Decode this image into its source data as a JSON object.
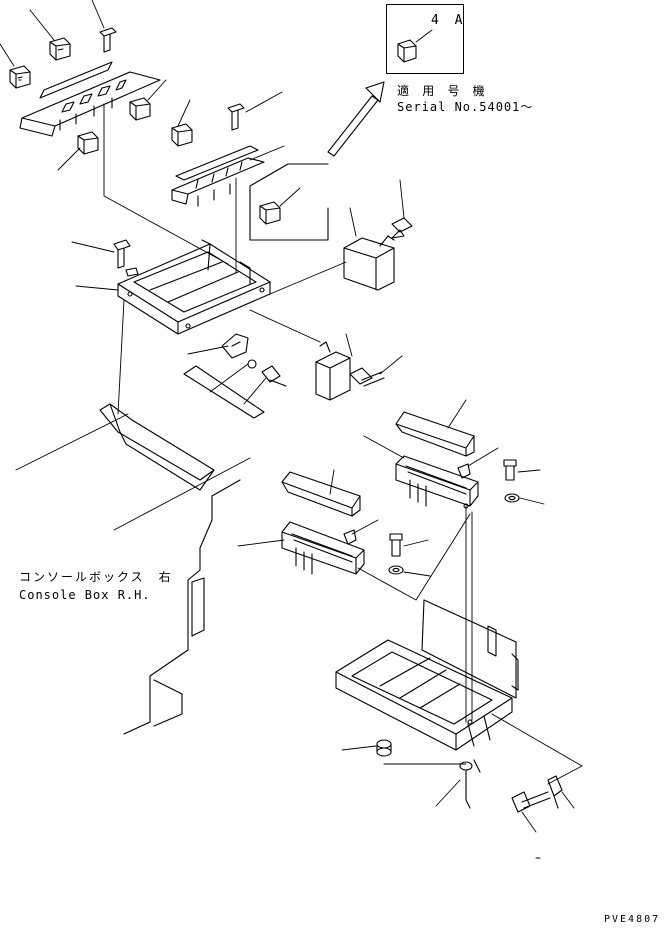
{
  "inset": {
    "ref_label": "4 A",
    "applicable_label": "適 用 号 機",
    "serial_label": "Serial No.54001～"
  },
  "console": {
    "label_jp": "コンソールボックス　右",
    "label_en": "Console Box R.H."
  },
  "drawing_code": "PVE4807"
}
